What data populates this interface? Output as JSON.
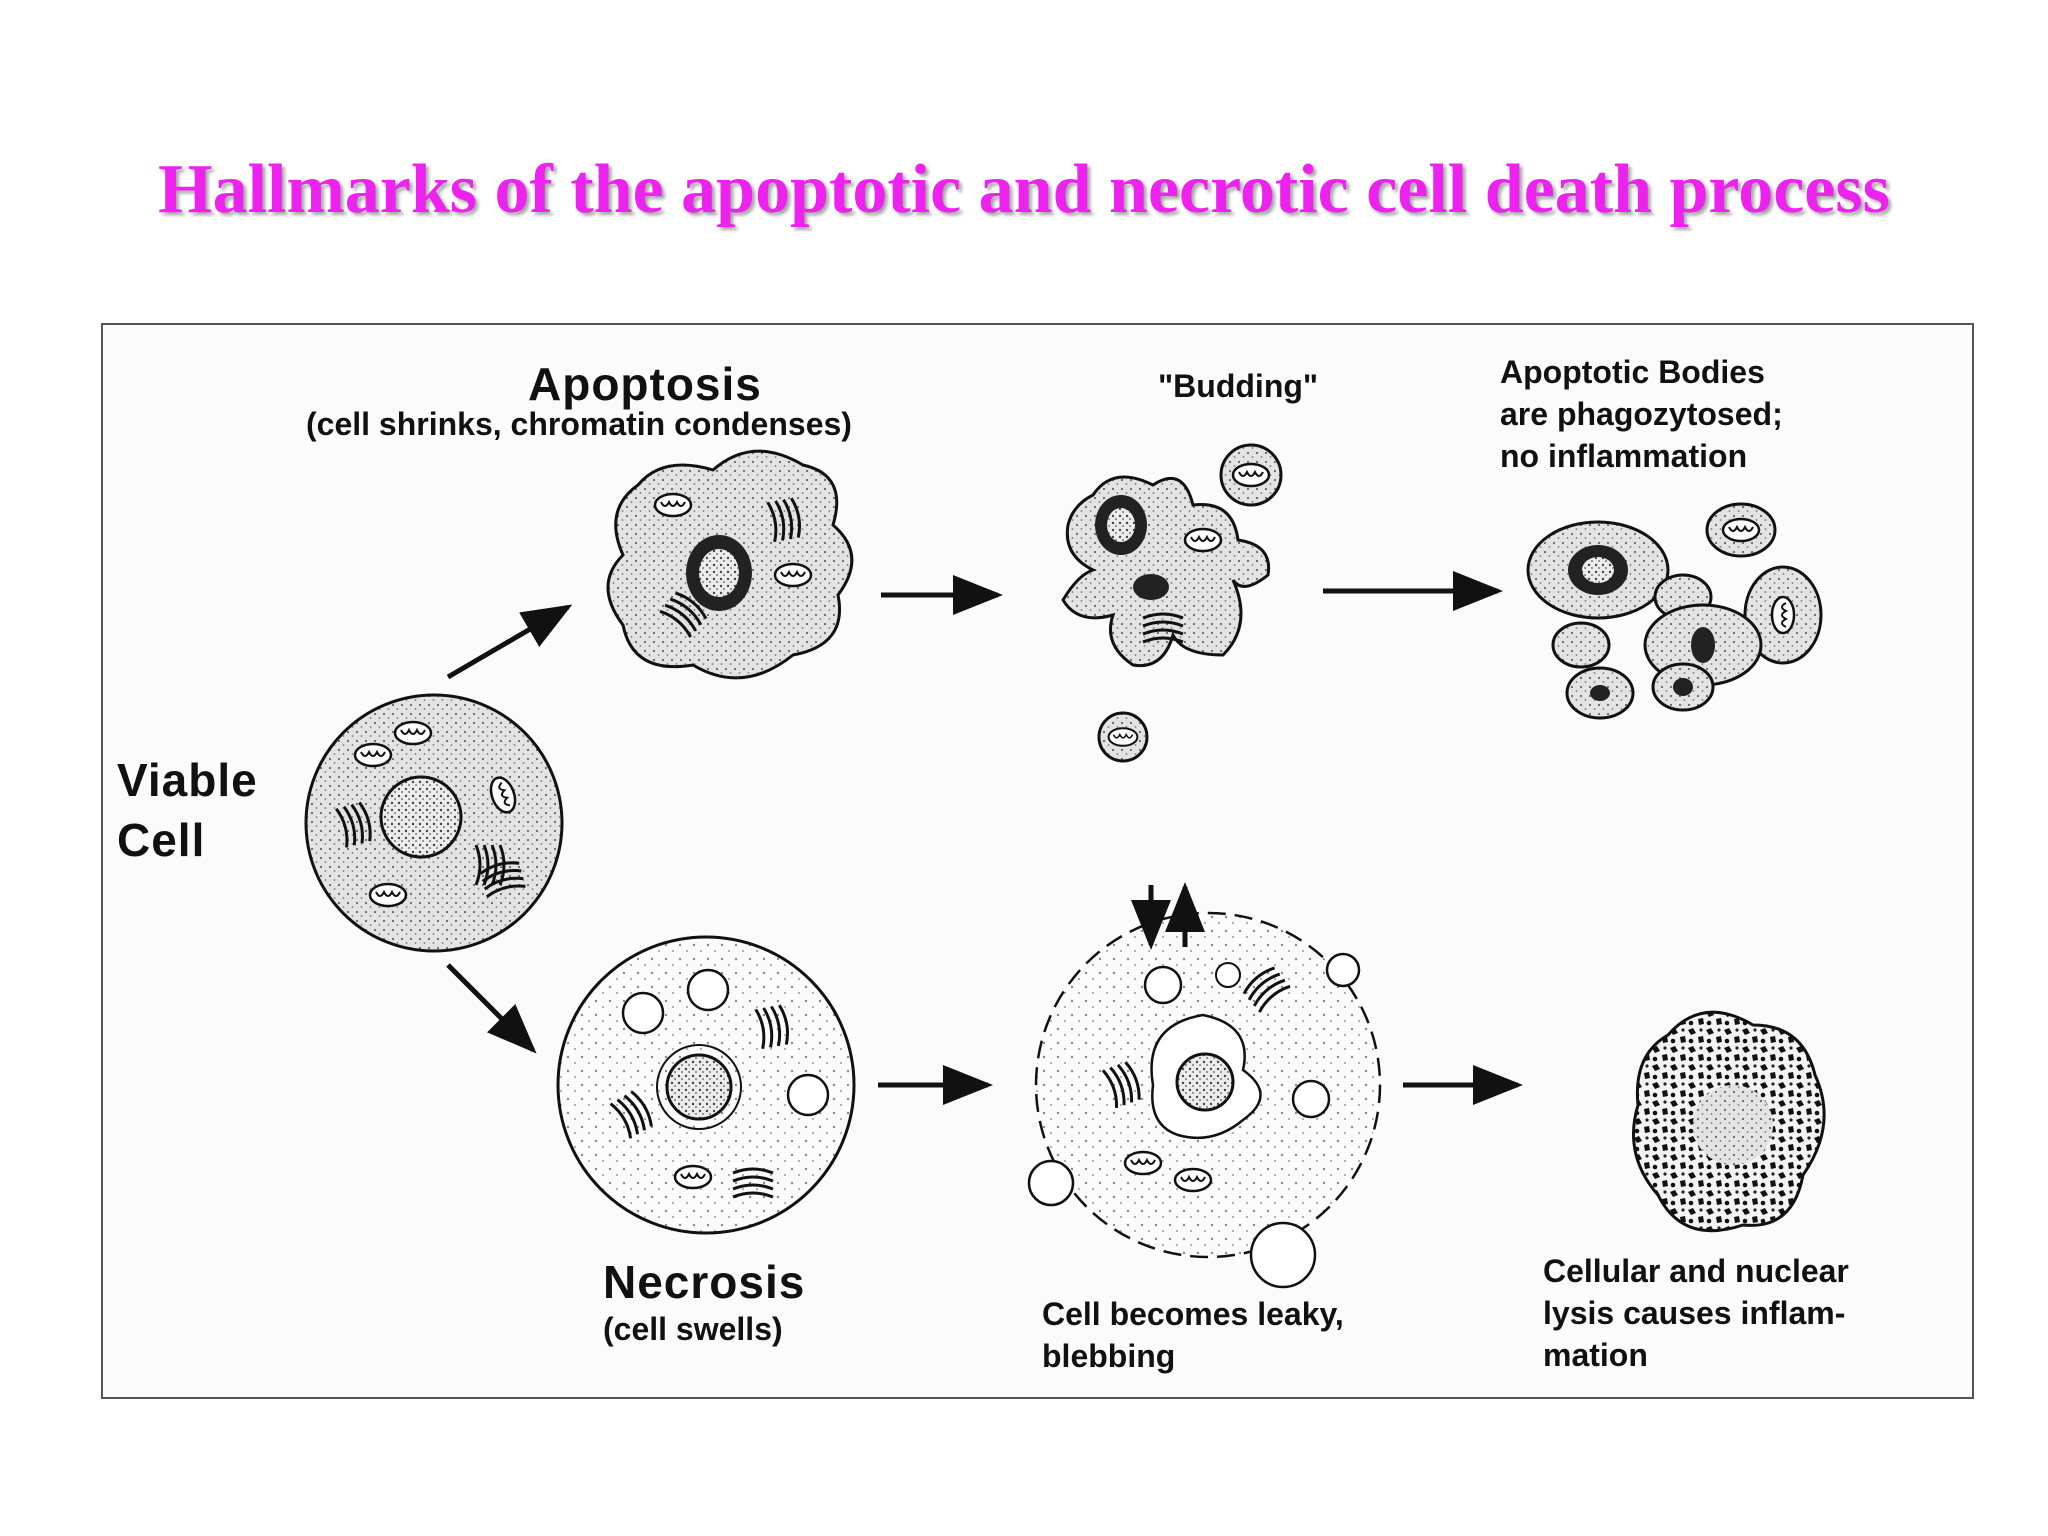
{
  "title": "Hallmarks of the apoptotic and necrotic cell death process",
  "labels": {
    "apoptosis": "Apoptosis",
    "apoptosis_sub": "(cell shrinks, chromatin condenses)",
    "budding": "\"Budding\"",
    "apoptotic_bodies": [
      "Apoptotic Bodies",
      "are phagozytosed;",
      "no inflammation"
    ],
    "viable": [
      "Viable",
      "Cell"
    ],
    "necrosis": "Necrosis",
    "necrosis_sub": "(cell swells)",
    "leaky": [
      "Cell becomes leaky,",
      "blebbing"
    ],
    "lysis": [
      "Cellular and nuclear",
      "lysis causes inflam-",
      "mation"
    ]
  },
  "colors": {
    "title": "#ee22ee",
    "cytoplasm": "#e2e2e2",
    "ink": "#111111"
  }
}
